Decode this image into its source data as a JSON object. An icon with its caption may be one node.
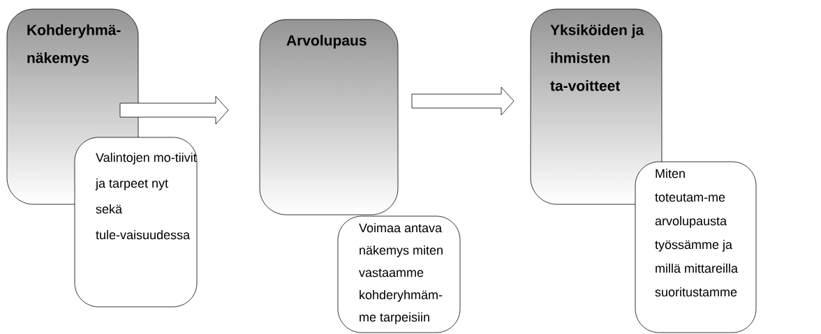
{
  "diagram": {
    "nodes": [
      {
        "text": [
          "Kohderyhmä-näkemys"
        ]
      },
      {
        "text": [
          "Valintojen mo-tiivit ja tarpeet nyt sekä tule-vaisuudessa"
        ]
      },
      {
        "text": [
          "Arvolupaus"
        ]
      },
      {
        "text": [
          "Voimaa antava näkemys miten vastaamme kohderyhmäm-me tarpeisiin"
        ]
      },
      {
        "text": [
          "Yksiköiden ja ihmisten ta-voitteet"
        ]
      },
      {
        "text": [
          "Miten toteutam-me arvolupausta työssämme ja millä mittareilla suoritustamme"
        ]
      }
    ],
    "edges": [
      {
        "from": 0,
        "to": 2,
        "arrow": "to"
      },
      {
        "from": 2,
        "to": 4,
        "arrow": "to"
      }
    ]
  }
}
